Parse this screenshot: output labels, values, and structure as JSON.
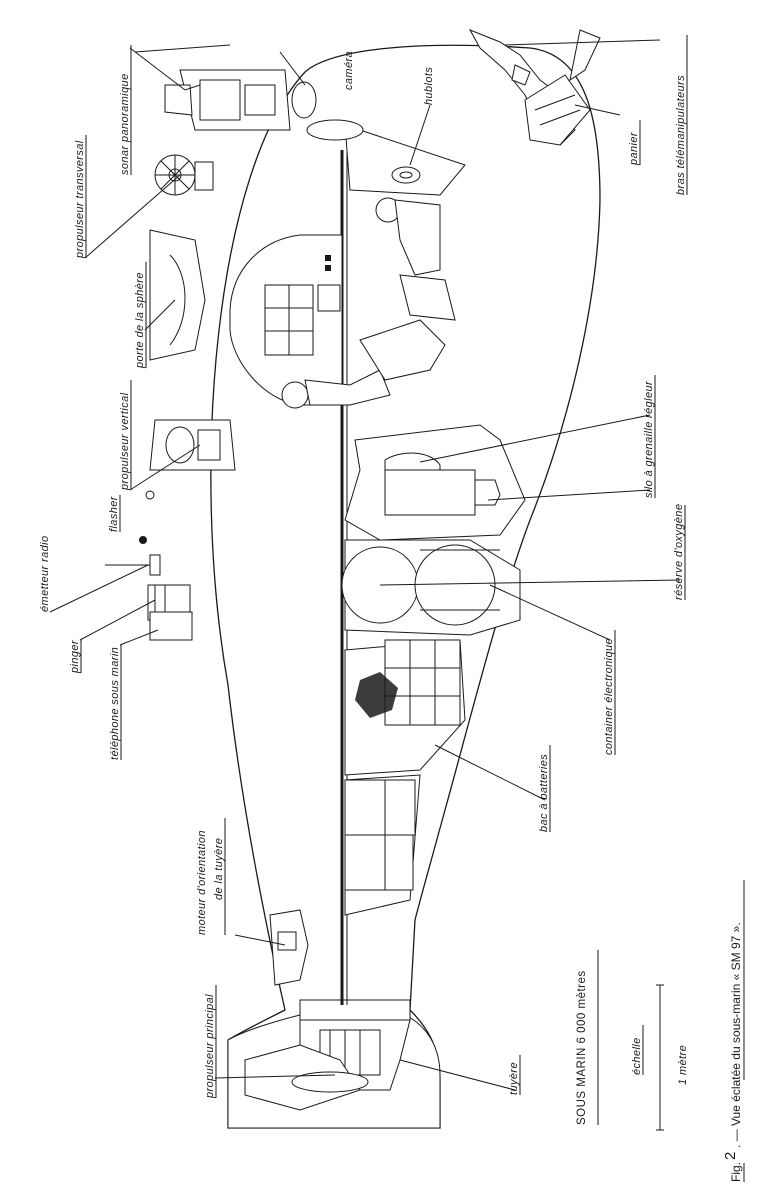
{
  "figure": {
    "caption_prefix": "Fig.",
    "caption_number": "2",
    "caption_text": ". — Vue éclatée du sous-marin « SM 97 ».",
    "title": "SOUS MARIN 6 000 mètres",
    "scale_label": "échelle",
    "scale_unit": "1 mètre"
  },
  "labels": {
    "propulseur_principal": "propulseur principal",
    "moteur_orientation_1": "moteur d'orientation",
    "moteur_orientation_2": "de la tuyère",
    "telephone": "téléphone sous marin",
    "pinger": "pinger",
    "emetteur_radio": "émetteur radio",
    "flasher": "flasher",
    "propulseur_vertical": "propulseur vertical",
    "porte_sphere": "porte de la sphère",
    "propulseur_transversal": "propulseur transversal",
    "sonar": "sonar panoramique",
    "camera": "caméra",
    "hublots": "hublots",
    "bras": "bras télémanipulateurs",
    "panier": "panier",
    "regleur": "régleur",
    "silo": "silo à grenaille",
    "oxygene": "réserve d'oxygène",
    "container": "container électronique",
    "batteries": "bac à batteries",
    "tuyere": "tuyère"
  }
}
